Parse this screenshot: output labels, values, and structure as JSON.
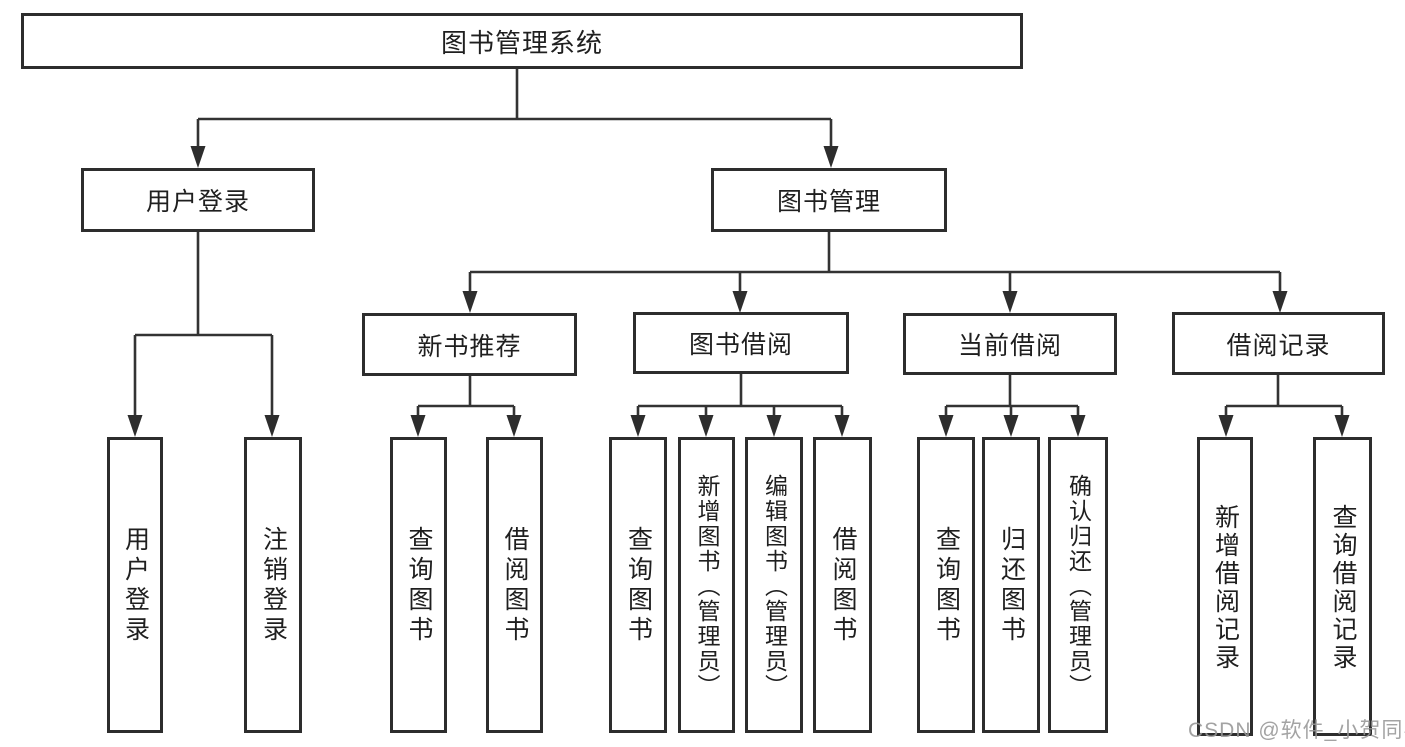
{
  "diagram": {
    "title_node": "图书管理系统",
    "hierarchy": {
      "root": "图书管理系统",
      "children": [
        {
          "label": "用户登录",
          "children": [
            "用户登录",
            "注销登录"
          ]
        },
        {
          "label": "图书管理",
          "children": [
            {
              "label": "新书推荐",
              "children": [
                "查询图书",
                "借阅图书"
              ]
            },
            {
              "label": "图书借阅",
              "children": [
                "查询图书",
                "新增图书（管理员）",
                "编辑图书（管理员）",
                "借阅图书"
              ]
            },
            {
              "label": "当前借阅",
              "children": [
                "查询图书",
                "归还图书",
                "确认归还（管理员）"
              ]
            },
            {
              "label": "借阅记录",
              "children": [
                "新增借阅记录",
                "查询借阅记录"
              ]
            }
          ]
        }
      ]
    },
    "nodes": {
      "root": "图书管理系统",
      "level2": [
        "用户登录",
        "图书管理"
      ],
      "level3": [
        "新书推荐",
        "图书借阅",
        "当前借阅",
        "借阅记录"
      ],
      "leaves": [
        "用户登录",
        "注销登录",
        "查询图书",
        "借阅图书",
        "查询图书",
        "新增图书（管理员）",
        "编辑图书（管理员）",
        "借阅图书",
        "查询图书",
        "归还图书",
        "确认归还（管理员）",
        "新增借阅记录",
        "查询借阅记录"
      ]
    },
    "colors": {
      "line": "#333333",
      "border": "#2d2d2d",
      "text": "#1f1f1f",
      "background": "#ffffff",
      "watermark": "#969696"
    }
  },
  "watermark": {
    "text": "CSDN @软件_小贺同学"
  }
}
